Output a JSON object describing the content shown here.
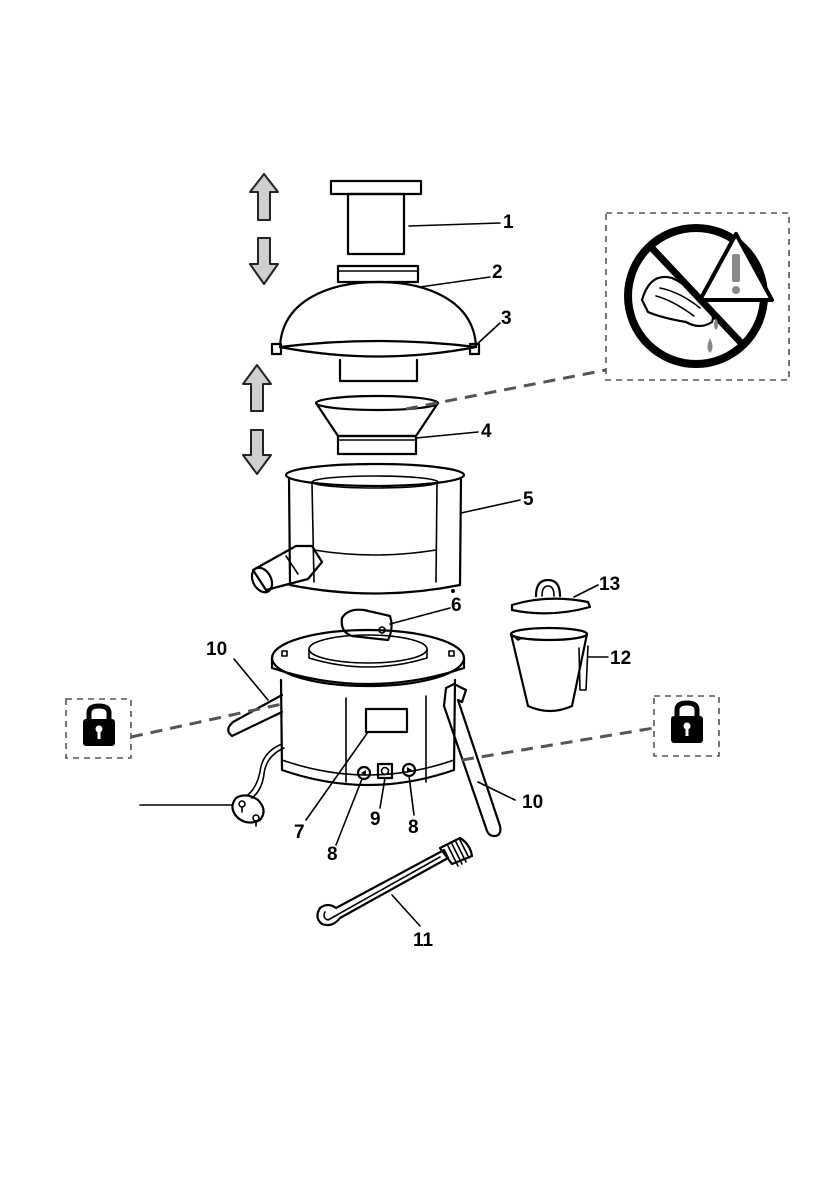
{
  "diagram": {
    "callouts": {
      "pusher": "1",
      "lid": "2",
      "lid_clip": "3",
      "filter_basket": "4",
      "juice_bowl": "5",
      "drive_coupling": "6",
      "display": "7",
      "button_left": "8",
      "power_button": "9",
      "button_right": "8",
      "lock_arm_left": "10",
      "lock_arm_right": "10",
      "cleaning_brush": "11",
      "juice_jug": "12",
      "jug_lid": "13"
    },
    "icons": {
      "arrows": [
        "up-arrow",
        "down-arrow",
        "up-arrow",
        "down-arrow"
      ],
      "warning": "no-hands-warning-icon",
      "locks": [
        "padlock-icon",
        "padlock-icon"
      ]
    },
    "colors": {
      "line": "#000000",
      "arrow_fill": "#cfcfcf",
      "dashed_leader": "#555555"
    }
  }
}
